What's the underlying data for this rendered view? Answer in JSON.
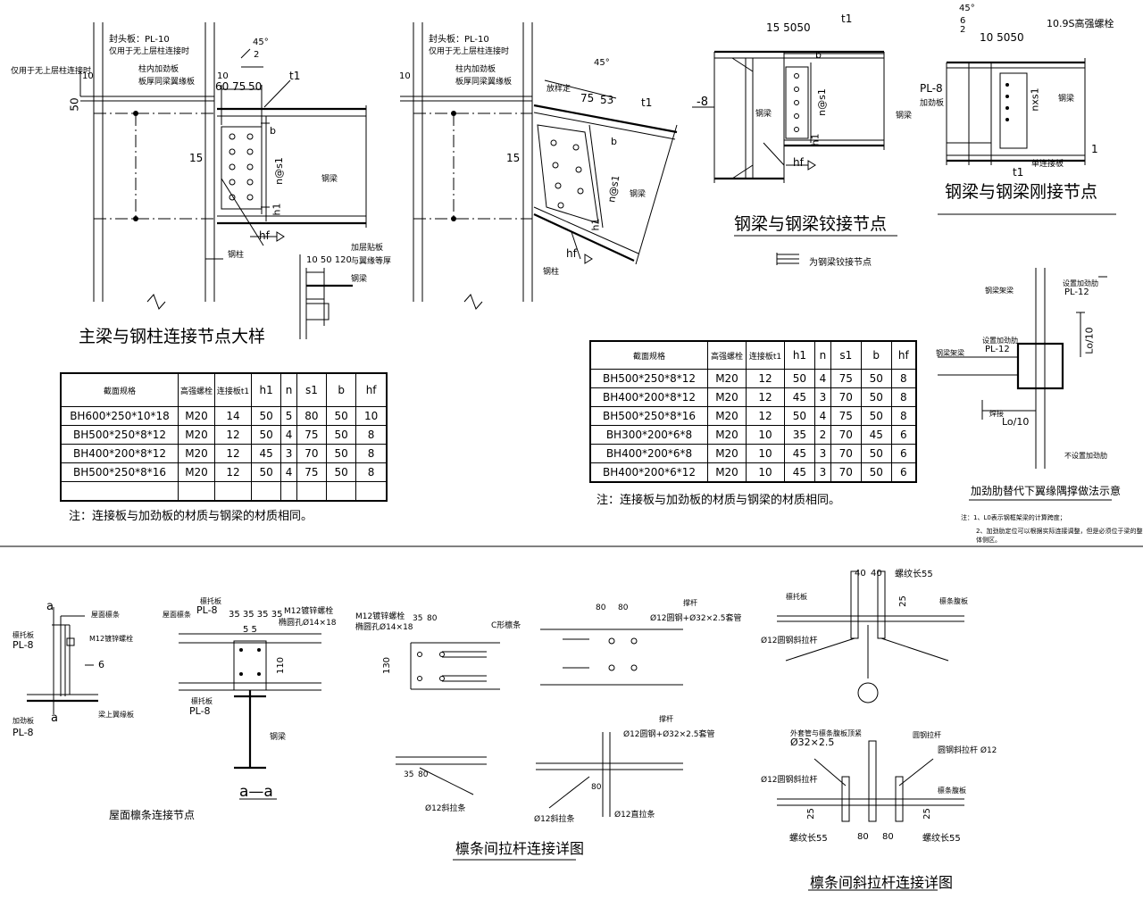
{
  "titles": {
    "main_beam_column": "主梁与钢柱连接节点大样",
    "hinged": "钢梁与钢梁铰接节点",
    "rigid": "钢梁与钢梁刚接节点",
    "stiffener_bracing": "加劲肋替代下翼缘隅撑做法示意",
    "purlin_connection": "屋面檩条连接节点",
    "section_aa": "a—a",
    "purlin_tie": "檩条间拉杆连接详图",
    "purlin_diag_tie": "檩条间斜拉杆连接详图"
  },
  "labels": {
    "end_plate": "封头板：PL-10",
    "only_no_upper": "仅用于无上层柱连接时",
    "only_no_upper_left": "仅用于无上层柱连接时",
    "column_stiffener": "柱内加劲板",
    "plate_same_flange": "板厚同梁翼缘板",
    "steel_beam": "钢梁",
    "steel_column": "钢柱",
    "t1": "t1",
    "hf": "hf",
    "n_s1": "n@s1",
    "h1": "h1",
    "b": "b",
    "dim_15": "15",
    "dim_10": "10",
    "dim_50": "50",
    "dim_60": "60",
    "dim_75": "75",
    "dim_53": "53",
    "dim_45deg": "45°",
    "dim_2": "2",
    "dim_6": "6",
    "dim_1": "1",
    "dim_15_5050": "15  5050",
    "dim_10_5050": "10 5050",
    "bolt_10_9s": "10.9S高强螺栓",
    "pl8": "PL-8",
    "stiffener_plate": "加劲板",
    "single_conn_plate": "单连接板",
    "minus8": "-8",
    "nxs1": "nxs1",
    "add_pad": "加层贴板",
    "same_flange_thk": "与翼缘等厚",
    "dim_10_50_120": "10 50 120",
    "hinged_symbol_note": "为钢梁铰接节点",
    "web_bolt_note": "放样定",
    "bracing_beam": "钢梁架梁",
    "set_stiffener": "设置加劲肋",
    "pl12": "PL-12",
    "lo_10": "Lo/10",
    "weld": "焊接",
    "no_stiffener": "不设置加劲肋",
    "steel_frame_beam": "钢框架梁",
    "roof_purlin": "屋面檩条",
    "purlin_support": "檩托板",
    "m12_bolt": "M12镀锌螺栓",
    "beam_top_flange": "梁上翼缘板",
    "stiffener_plate2": "加劲板",
    "a_mark": "a",
    "m12_bolt_hole": "M12镀锌螺栓",
    "hole_14x18": "椭圆孔Ø14×18",
    "dims_35": "35 35 35 35",
    "dims_5": "5 5",
    "c_purlin": "C形檩条",
    "brace_rod": "撑杆",
    "brace_rod_spec": "Ø12圆钢+Ø32×2.5套管",
    "tie_rod": "Ø12斜拉条",
    "straight_tie": "Ø12直拉条",
    "round_diag": "Ø12圆钢斜拉杆",
    "thread_55": "螺纹长55",
    "outer_sleeve": "外套管与檩条腹板顶紧",
    "sleeve_spec": "Ø32×2.5",
    "round_tie_12": "圆钢斜拉杆 Ø12",
    "round_rod": "圆钢拉杆",
    "purlin_web": "檩条腹板",
    "dim_80": "80",
    "dim_40": "40",
    "dim_25": "25",
    "dim_130": "130",
    "dim_110": "110",
    "dim_35": "35"
  },
  "table1": {
    "headers": [
      "截面规格",
      "高强螺栓",
      "连接板t1",
      "h1",
      "n",
      "s1",
      "b",
      "hf"
    ],
    "rows": [
      [
        "BH600*250*10*18",
        "M20",
        "14",
        "50",
        "5",
        "80",
        "50",
        "10"
      ],
      [
        "BH500*250*8*12",
        "M20",
        "12",
        "50",
        "4",
        "75",
        "50",
        "8"
      ],
      [
        "BH400*200*8*12",
        "M20",
        "12",
        "45",
        "3",
        "70",
        "50",
        "8"
      ],
      [
        "BH500*250*8*16",
        "M20",
        "12",
        "50",
        "4",
        "75",
        "50",
        "8"
      ],
      [
        "",
        "",
        "",
        "",
        "",
        "",
        "",
        ""
      ]
    ],
    "note": "注：连接板与加劲板的材质与钢梁的材质相同。"
  },
  "table2": {
    "headers": [
      "截面规格",
      "高强螺栓",
      "连接板t1",
      "h1",
      "n",
      "s1",
      "b",
      "hf"
    ],
    "rows": [
      [
        "BH500*250*8*12",
        "M20",
        "12",
        "50",
        "4",
        "75",
        "50",
        "8"
      ],
      [
        "BH400*200*8*12",
        "M20",
        "12",
        "45",
        "3",
        "70",
        "50",
        "8"
      ],
      [
        "BH500*250*8*16",
        "M20",
        "12",
        "50",
        "4",
        "75",
        "50",
        "8"
      ],
      [
        "BH300*200*6*8",
        "M20",
        "10",
        "35",
        "2",
        "70",
        "45",
        "6"
      ],
      [
        "BH400*200*6*8",
        "M20",
        "10",
        "45",
        "3",
        "70",
        "50",
        "6"
      ],
      [
        "BH400*200*6*12",
        "M20",
        "10",
        "45",
        "3",
        "70",
        "50",
        "6"
      ]
    ],
    "note": "注：连接板与加劲板的材质与钢梁的材质相同。"
  },
  "bracing_notes": {
    "note1": "注：1、L0表示钢框架梁的计算跨度；",
    "note2": "2、加劲肋定位可以根据实际连接调整，但是必须位于梁的整体侧区。"
  }
}
